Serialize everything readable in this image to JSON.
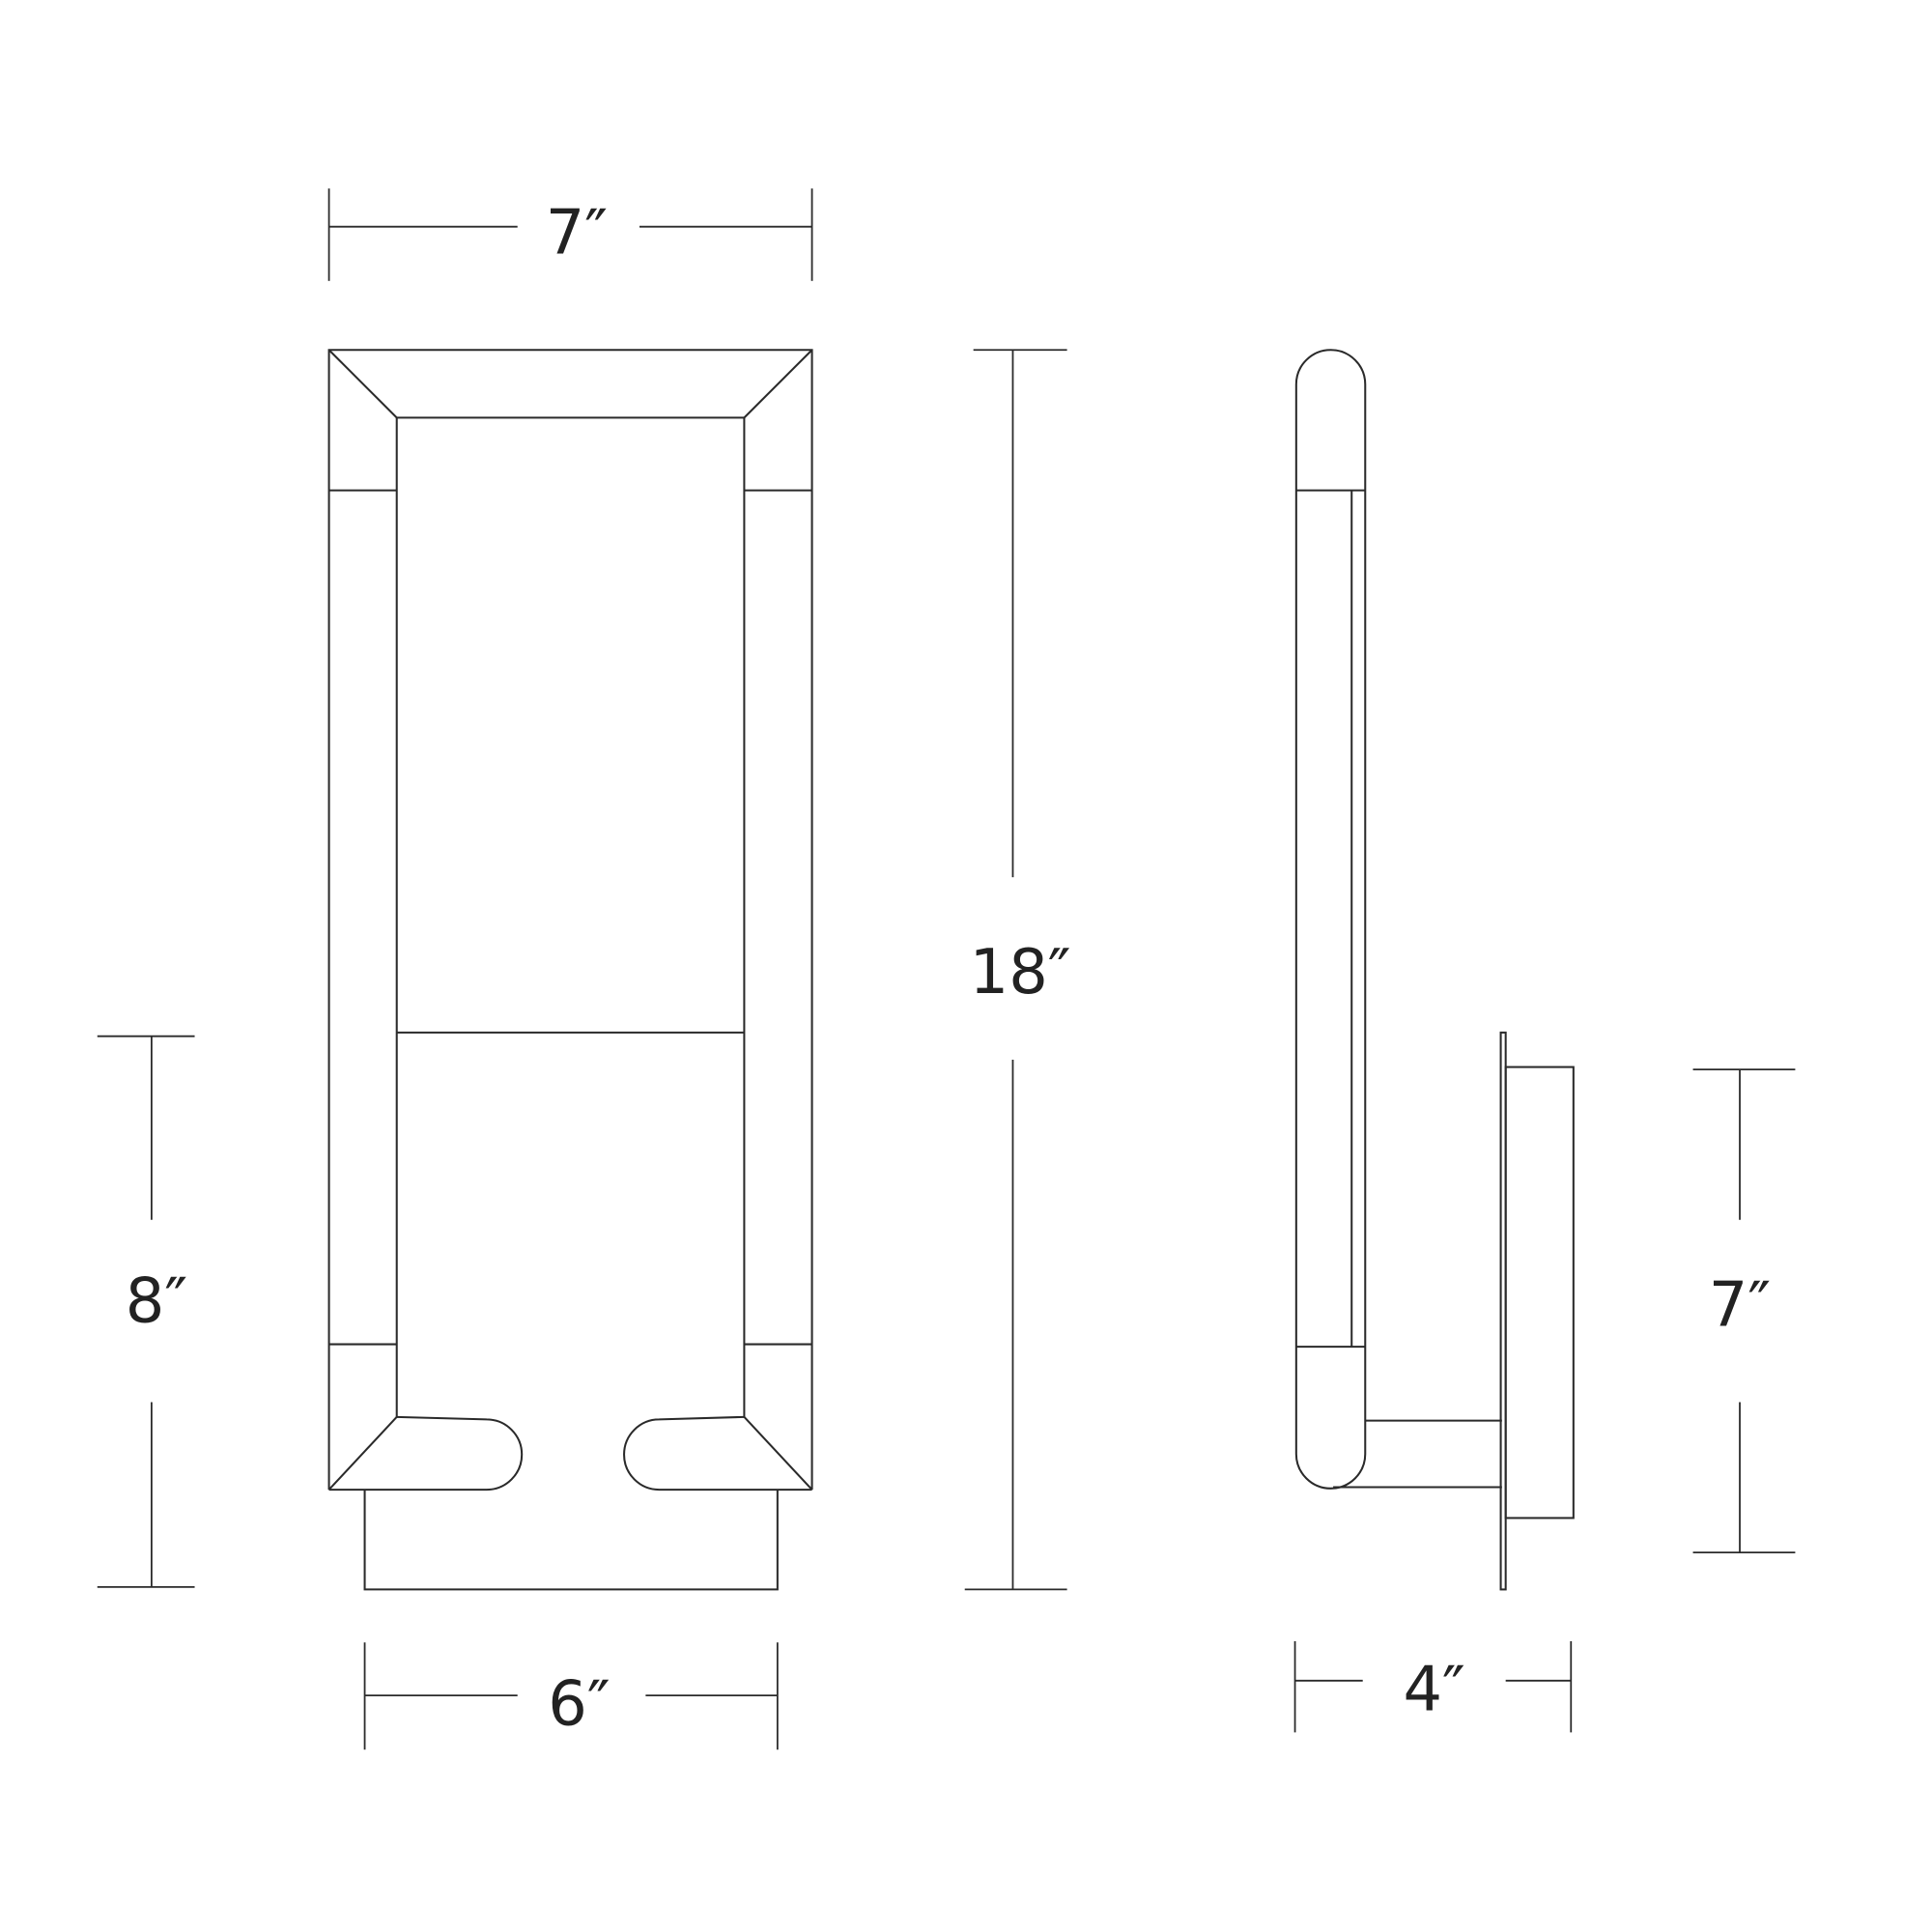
{
  "dimensions": {
    "front_width": "7″",
    "overall_height": "18″",
    "backplate_height_front": "8″",
    "backplate_width": "6″",
    "backplate_height_side": "7″",
    "depth": "4″"
  },
  "colors": {
    "line": "#2a2a2a",
    "text": "#222222",
    "background": "#ffffff"
  }
}
